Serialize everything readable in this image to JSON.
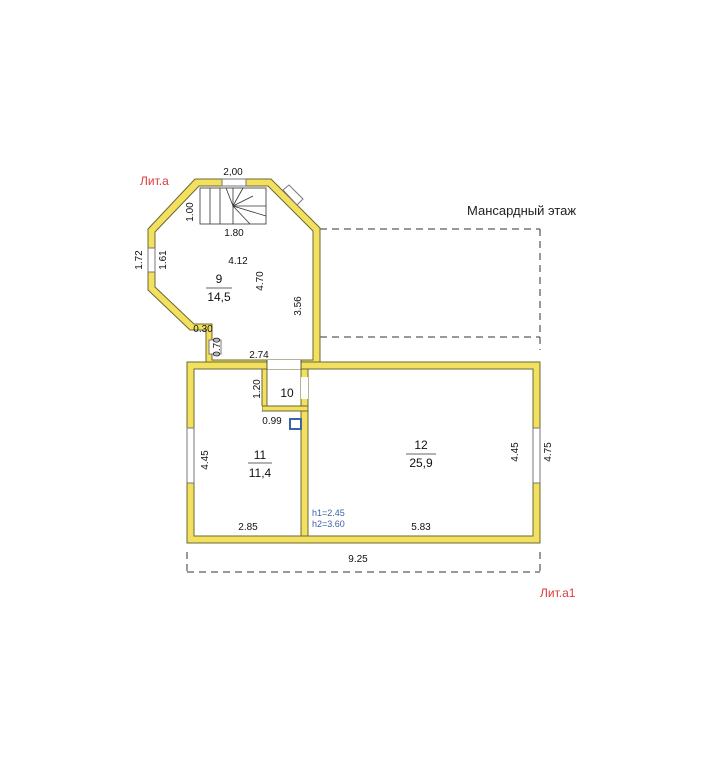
{
  "plan": {
    "floor_title": "Мансардный этаж",
    "lit_a": "Лит.а",
    "lit_a1": "Лит.а1",
    "heights": {
      "h1": "h1=2.45",
      "h2": "h2=3.60"
    },
    "rooms": [
      {
        "number": "9",
        "area": "14,5"
      },
      {
        "number": "10",
        "area": ""
      },
      {
        "number": "11",
        "area": "11,4"
      },
      {
        "number": "12",
        "area": "25,9"
      }
    ],
    "dimensions": {
      "d_2_00": "2,00",
      "d_1_00": "1.00",
      "d_1_80": "1.80",
      "d_1_72": "1.72",
      "d_1_61": "1.61",
      "d_4_12": "4.12",
      "d_4_70": "4.70",
      "d_3_56": "3.56",
      "d_0_30": "0.30",
      "d_0_70": "0.70",
      "d_2_74": "2.74",
      "d_1_20": "1.20",
      "d_0_99": "0.99",
      "d_4_45_left": "4.45",
      "d_2_85": "2.85",
      "d_5_83": "5.83",
      "d_4_45_right": "4.45",
      "d_4_75": "4.75",
      "d_9_25": "9.25"
    }
  }
}
